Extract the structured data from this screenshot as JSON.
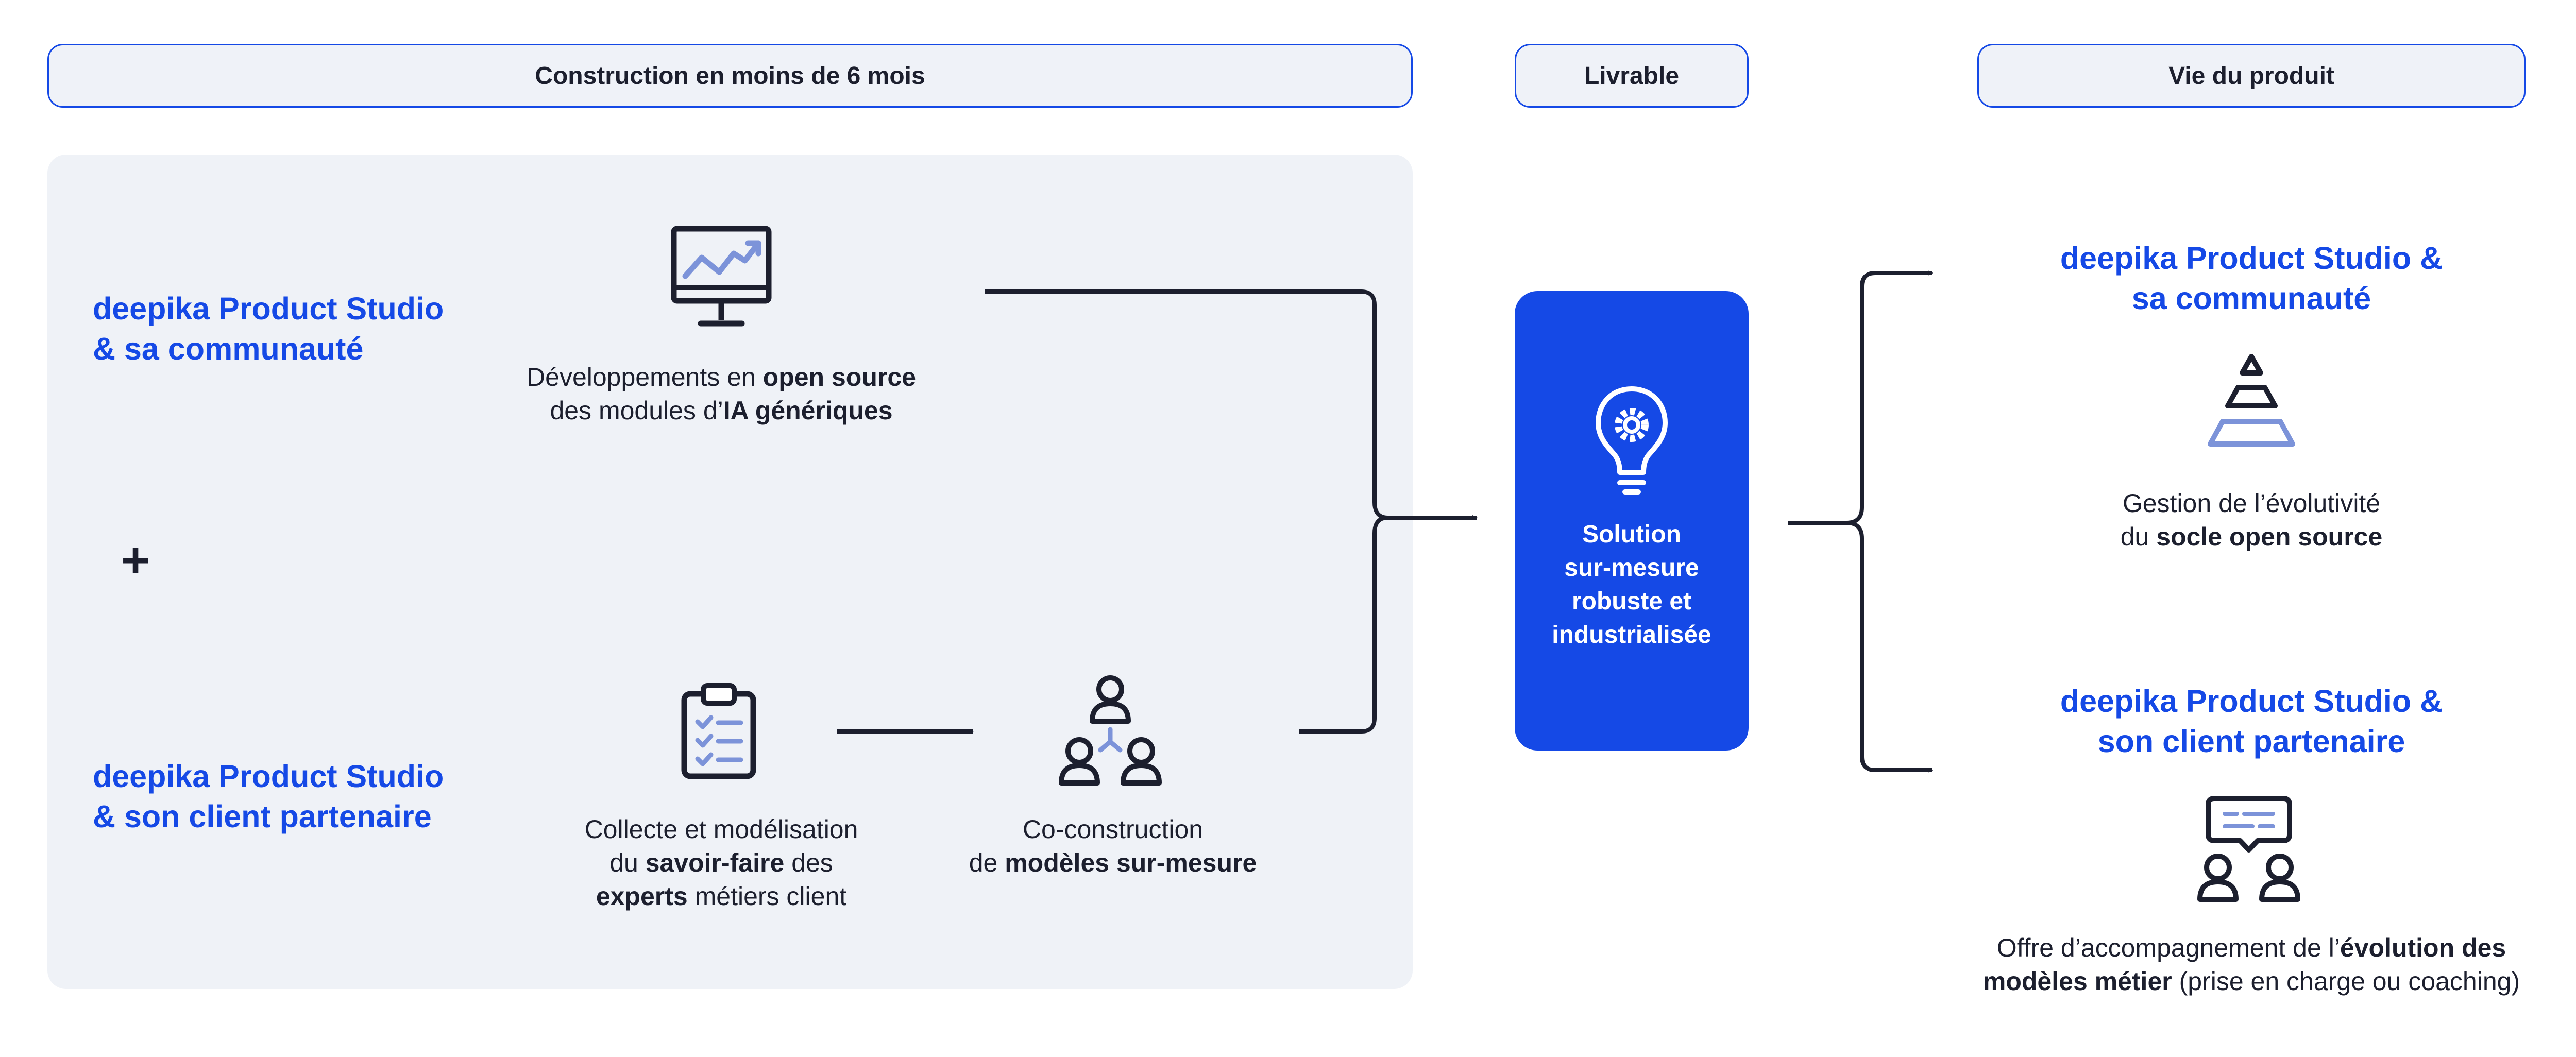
{
  "headers": {
    "construction": "Construction en moins de 6 mois",
    "livrable": "Livrable",
    "vie": "Vie du produit"
  },
  "left": {
    "actor1": [
      "deepika Product Studio",
      "& sa communauté"
    ],
    "actor2": [
      "deepika Product Studio",
      "& son client partenaire"
    ],
    "plus": "+",
    "step_open_source": {
      "l1a": "Développements en ",
      "l1b": "open source",
      "l2a": "des modules d’",
      "l2b": "IA génériques"
    },
    "step_collecte": {
      "l1": "Collecte et modélisation",
      "l2a": "du ",
      "l2b": "savoir-faire",
      "l2c": " des",
      "l3a": "experts",
      "l3b": " métiers client"
    },
    "step_co": {
      "l1": "Co-construction",
      "l2a": "de ",
      "l2b": "modèles sur-mesure"
    }
  },
  "deliverable": {
    "lines": [
      "Solution",
      "sur-mesure",
      "robuste et",
      "industrialisée"
    ]
  },
  "right": {
    "actor1": [
      "deepika Product Studio &",
      "sa communauté"
    ],
    "actor2": [
      "deepika Product Studio &",
      "son client partenaire"
    ],
    "gestion": {
      "l1": "Gestion de l’évolutivité",
      "l2a": "du ",
      "l2b": "socle open source"
    },
    "offre": {
      "l1a": "Offre d’accompagnement de l’",
      "l1b": "évolution des",
      "l2a": "modèles métier",
      "l2b": " (prise en charge ou coaching)"
    }
  },
  "colors": {
    "accent": "#1549e6",
    "light_accent": "#7c93d9",
    "panel": "#eff2f7",
    "dark": "#1c1f2e"
  }
}
